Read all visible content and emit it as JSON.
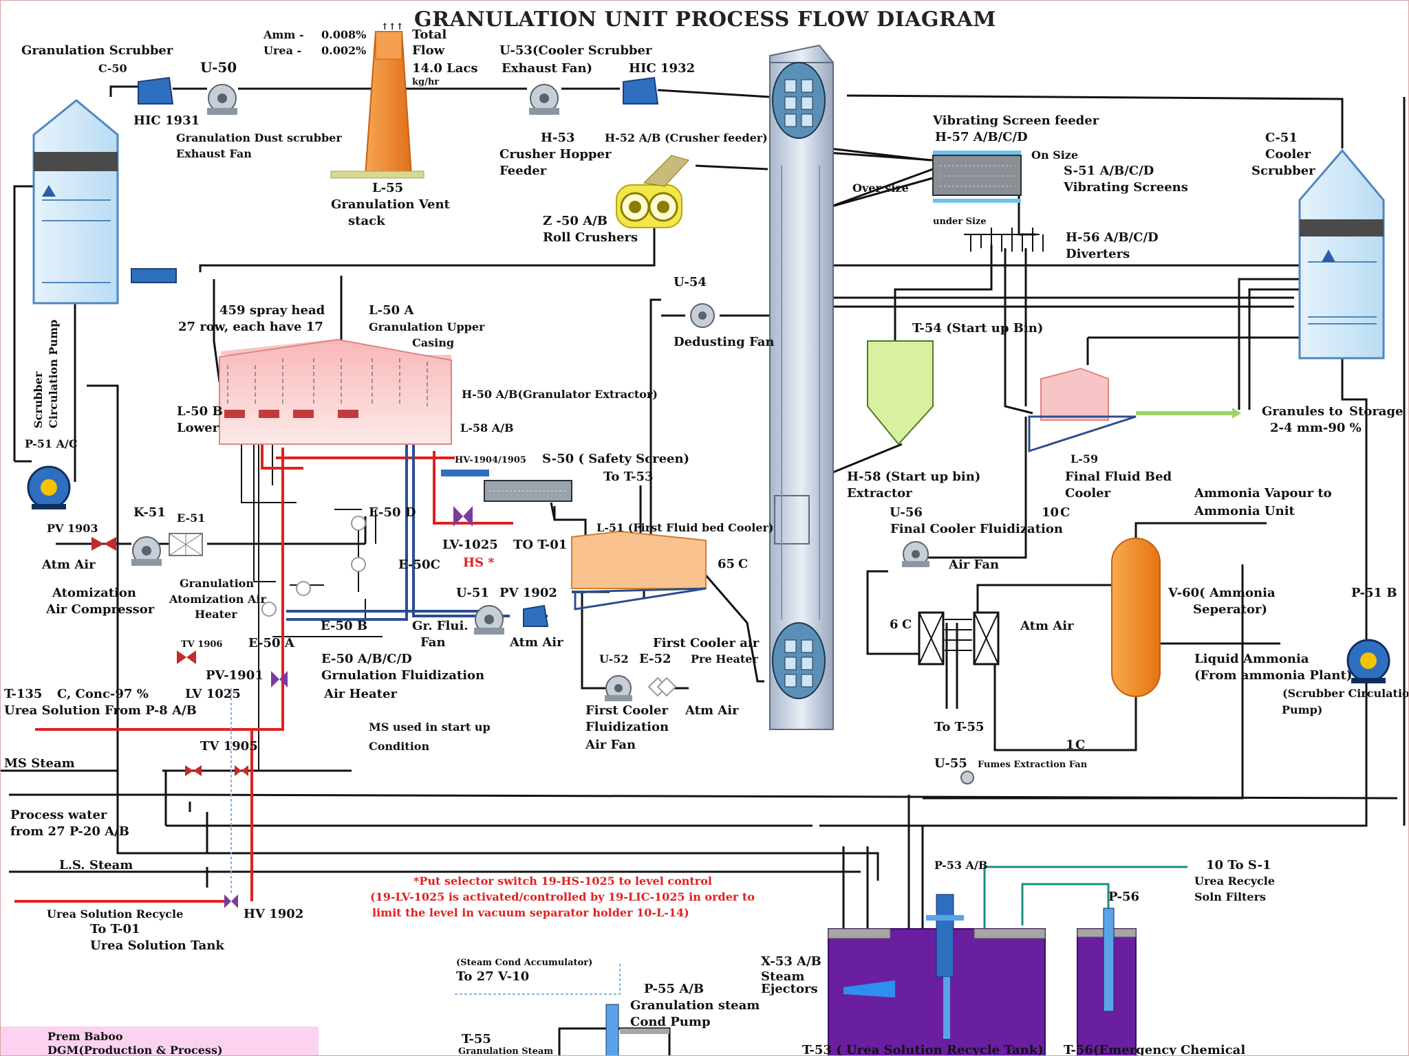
{
  "title": "GRANULATION UNIT PROCESS FLOW DIAGRAM",
  "colors": {
    "scrubber": "#cfe6f7",
    "stack": "#f28c28",
    "granulator": "#f7c5c5",
    "startup_bin": "#d8f0a0",
    "cooler": "#f9c28f",
    "separator": "#f28c28",
    "tank": "#6a1fa0",
    "fan_blue": "#2060b8",
    "pump_yellow": "#f5c400",
    "red_line": "#e02020",
    "blue_line": "#2c4d8f",
    "green_line": "#1a8f7c",
    "note_box": "#fbd3f0"
  },
  "labels": {
    "granulation_scrubber": "Granulation Scrubber",
    "c50": "C-50",
    "u50": "U-50",
    "hic1931": "HIC 1931",
    "dust_fan_1": "Granulation Dust scrubber",
    "dust_fan_2": "Exhaust Fan",
    "amm": "Amm -",
    "amm_val": "0.008%",
    "urea": "Urea -",
    "urea_val": "0.002%",
    "total": "Total",
    "flow": "Flow",
    "flow_val": "14.0 Lacs",
    "flow_unit": "kg/hr",
    "l55": "L-55",
    "vent_1": "Granulation Vent",
    "vent_2": "stack",
    "u53_1": "U-53(Cooler Scrubber",
    "u53_2": "Exhaust Fan)",
    "hic1932": "HIC 1932",
    "h53": "H-53",
    "crusher_1": "Crusher Hopper",
    "crusher_2": "Feeder",
    "h52": "H-52 A/B (Crusher feeder)",
    "z50": "Z -50 A/B",
    "roll_crushers": "Roll Crushers",
    "vsf": "Vibrating Screen feeder",
    "h57": "H-57 A/B/C/D",
    "on_size": "On Size",
    "over_size": "Over size",
    "under_size": "under Size",
    "s51": "S-51 A/B/C/D",
    "vib_screens": "Vibrating Screens",
    "h56": "H-56 A/B/C/D",
    "diverters": "Diverters",
    "c51": "C-51",
    "cooler": "Cooler",
    "scrubber": "Scrubber",
    "u54": "U-54",
    "dedusting_fan": "Dedusting Fan",
    "t54": "T-54 (Start up Bin)",
    "spray_1": "459 spray head",
    "spray_2": "27 row, each have 17",
    "l50a": "L-50 A",
    "upper_1": "Granulation Upper",
    "upper_2": "Casing",
    "h50": "H-50 A/B(Granulator Extractor)",
    "l50b": "L-50 B",
    "lower": "Lower",
    "l58": "L-58 A/B",
    "scrub_pump_1": "Scrubber",
    "scrub_pump_2": "Circulation Pump",
    "p51ac": "P-51 A/C",
    "hv1904": "HV-1904/1905",
    "s50": "S-50 ( Safety Screen)",
    "to_t53": "To T-53",
    "h58_1": "H-58 (Start up bin)",
    "h58_2": "Extractor",
    "l59": "L-59",
    "ffb_1": "Final Fluid Bed",
    "ffb_2": "Cooler",
    "granules_1": "Granules to",
    "granules_2": "Storage",
    "granules_3": "2-4 mm-90 %",
    "k51": "K-51",
    "e51": "E-51",
    "pv1903": "PV 1903",
    "atm_air": "Atm Air",
    "atom_comp_1": "Atomization",
    "atom_comp_2": "Air Compressor",
    "e50d": "E-50 D",
    "lv1025": "LV-1025",
    "to_t01": "TO T-01",
    "hs": "HS *",
    "l51": "L-51 (First Fluid bed Cooler)",
    "temp65": "65",
    "deg_c": "C",
    "u56": "U-56",
    "final_fluid": "Final Cooler Fluidization",
    "temp10": "10",
    "ammonia_vap_1": "Ammonia Vapour to",
    "ammonia_vap_2": "Ammonia Unit",
    "gran_atom_1": "Granulation",
    "gran_atom_2": "Atomization Air",
    "gran_atom_3": "Heater",
    "e50c": "E-50C",
    "u51": "U-51",
    "pv1902": "PV 1902",
    "air_fan": "Air Fan",
    "v60_1": "V-60( Ammonia",
    "v60_2": "Seperator)",
    "p51b": "P-51 B",
    "e50b": "E-50 B",
    "gr_flui_1": "Gr. Flui.",
    "gr_flui_2": "Fan",
    "temp6": "6",
    "atm_air_2": "Atm Air",
    "tv1906": "TV 1906",
    "e50a": "E-50 A",
    "fca_1": "First Cooler air",
    "u52": "U-52",
    "e52": "E-52",
    "preheater": "Pre Heater",
    "liq_amm_1": "Liquid Ammonia",
    "liq_amm_2": "(From ammonia Plant)",
    "scp_1": "(Scrubber Circulation",
    "scp_2": "Pump)",
    "pv1901": "PV-1901",
    "e50abcd": "E-50 A/B/C/D",
    "gfah_1": "Grnulation Fluidization",
    "gfah_2": "Air Heater",
    "lv1025b": "LV 1025",
    "t135": "T-135",
    "conc": "C, Conc-97 %",
    "urea_from": "Urea Solution From P-8   A/B",
    "fcf_1": "First Cooler",
    "fcf_2": "Fluidization",
    "fcf_3": "Air Fan",
    "atm_air_3": "Atm Air",
    "to_t55": "To T-55",
    "temp1": "1",
    "ms_startup_1": "MS used in start up",
    "ms_startup_2": "Condition",
    "tv1905": "TV 1905",
    "ms_steam": "MS Steam",
    "u55": "U-55",
    "fumes_fan": "Fumes Extraction Fan",
    "pw_1": "Process  water",
    "pw_2": "from 27 P-20 A/B",
    "ls_steam": "L.S. Steam",
    "p53": "P-53 A/B",
    "to_s1": "10 To  S-1",
    "urf_1": "Urea Recycle",
    "urf_2": "Soln Filters",
    "p56": "P-56",
    "note_1": "*Put selector switch 19-HS-1025 to level control",
    "note_2": "(19-LV-1025 is activated/controlled by 19-LIC-1025 in order to",
    "note_3": "limit the level in vacuum separator holder 10-L-14)",
    "usr_1": "Urea Solution Recycle",
    "usr_2": "To T-01",
    "usr_3": "Urea Solution Tank",
    "hv1902": "HV 1902",
    "sca_1": "(Steam Cond Accumulator)",
    "sca_2": "To 27 V-10",
    "x53_1": "X-53 A/B",
    "x53_2": "Steam",
    "x53_3": "Ejectors",
    "p55_1": "P-55 A/B",
    "p55_2": "Granulation  steam",
    "p55_3": "Cond Pump",
    "t55_1": "T-55",
    "t55_2": "Granulation Steam",
    "author_1": "Prem Baboo",
    "author_2": "DGM(Production & Process)",
    "t53": "T-53 ( Urea Solution Recycle Tank)",
    "t56": "T-56(Emergency Chemical"
  }
}
